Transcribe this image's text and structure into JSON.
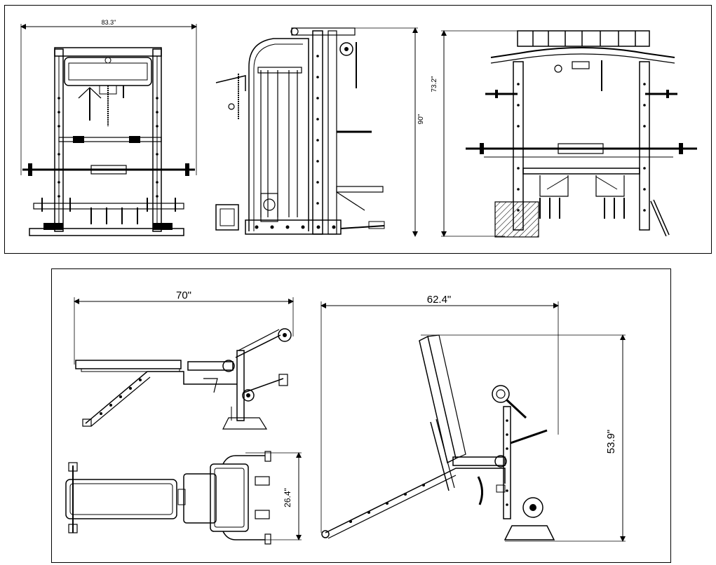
{
  "dimensions": {
    "rack_front_width": "83.3\"",
    "rack_side_height": "90\"",
    "rack_top_depth": "73.2\"",
    "bench_flat_length": "70\"",
    "bench_top_width": "26.4\"",
    "bench_incline_length": "62.4\"",
    "bench_incline_height": "53.9\""
  }
}
